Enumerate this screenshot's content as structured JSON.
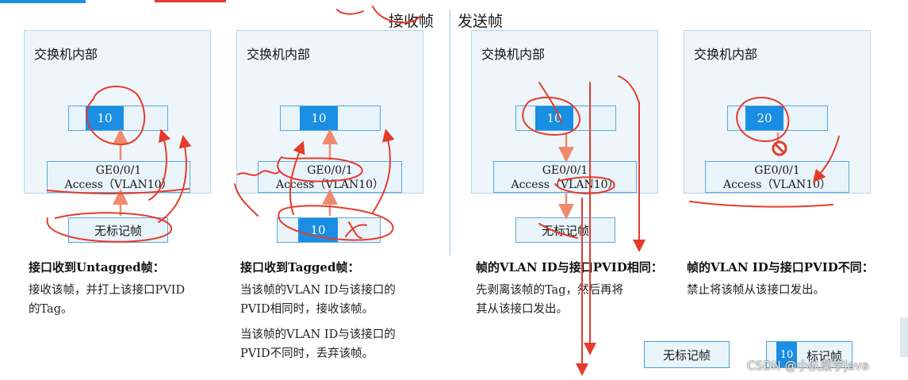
{
  "headers": {
    "receive": "接收帧",
    "send": "发送帧"
  },
  "panels": [
    {
      "title": "交换机内部",
      "vlan_tag": "10",
      "port_line1": "GE0/0/1",
      "port_line2": "Access（VLAN10）",
      "frame_label": "无标记帧",
      "caption": "接口收到Untagged帧：",
      "desc": [
        "接收该帧，并打上该接口PVID",
        "的Tag。"
      ]
    },
    {
      "title": "交换机内部",
      "vlan_tag": "10",
      "port_line1": "GE0/0/1",
      "port_line2": "Access（VLAN10）",
      "frame_tag": "10",
      "caption": "接口收到Tagged帧：",
      "desc": [
        "当该帧的VLAN ID与该接口的",
        "PVID相同时，接收该帧。"
      ],
      "desc2": [
        "当该帧的VLAN ID与该接口的",
        "PVID不同时，丢弃该帧。"
      ]
    },
    {
      "title": "交换机内部",
      "vlan_tag": "10",
      "port_line1": "GE0/0/1",
      "port_line2": "Access（VLAN10）",
      "frame_label": "无标记帧",
      "caption": "帧的VLAN ID与接口PVID相同：",
      "desc": [
        "先剥离该帧的Tag，然后再将",
        "其从该接口发出。"
      ]
    },
    {
      "title": "交换机内部",
      "vlan_tag": "20",
      "port_line1": "GE0/0/1",
      "port_line2": "Access（VLAN10）",
      "caption": "帧的VLAN ID与接口PVID不同：",
      "desc": [
        "禁止将该帧从该接口发出。"
      ]
    }
  ],
  "legend": {
    "untagged": "无标记帧",
    "tag_value": "10",
    "tagged": "标记帧"
  },
  "watermark": "CSDN @小队菜学java",
  "colors": {
    "accent": "#1a8ee3",
    "annotation": "#e53b2c",
    "flow_arrow": "#f08a6e"
  }
}
